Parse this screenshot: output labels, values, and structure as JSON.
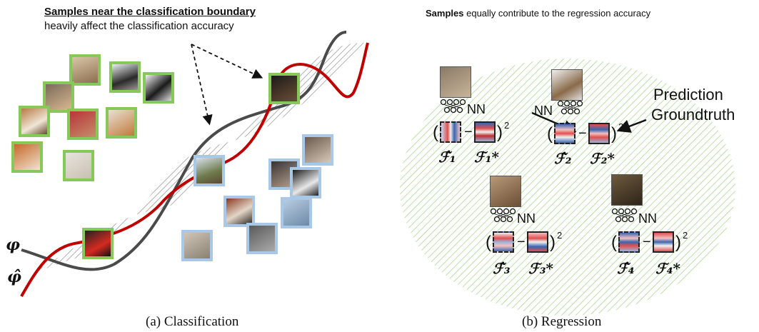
{
  "classification": {
    "title_bold": "Samples near the classification boundary",
    "title_line2": "heavily affect the classification accuracy",
    "phi_label": "φ",
    "phi_hat_label": "φ̂",
    "caption": "(a) Classification"
  },
  "regression": {
    "title_bold": "Samples",
    "title_rest": "equally contribute to the regression accuracy",
    "prediction_label": "Prediction",
    "groundtruth_label": "Groundtruth",
    "nn_label": "NN",
    "items": [
      {
        "pred_label": "ℱ̂₁",
        "gt_label": "ℱ₁*"
      },
      {
        "pred_label": "ℱ̂₂",
        "gt_label": "ℱ₂*"
      },
      {
        "pred_label": "ℱ̂₃",
        "gt_label": "ℱ₃*"
      },
      {
        "pred_label": "ℱ̂₄",
        "gt_label": "ℱ₄*"
      }
    ],
    "square_exponent": "2",
    "caption": "(b) Regression"
  },
  "colors": {
    "red_curve": "#c00000",
    "gray_curve": "#4a4a4a",
    "dog_border": "#86c95a",
    "cat_border": "#a9c8e8",
    "ellipse_hatch": "#a8d890"
  }
}
